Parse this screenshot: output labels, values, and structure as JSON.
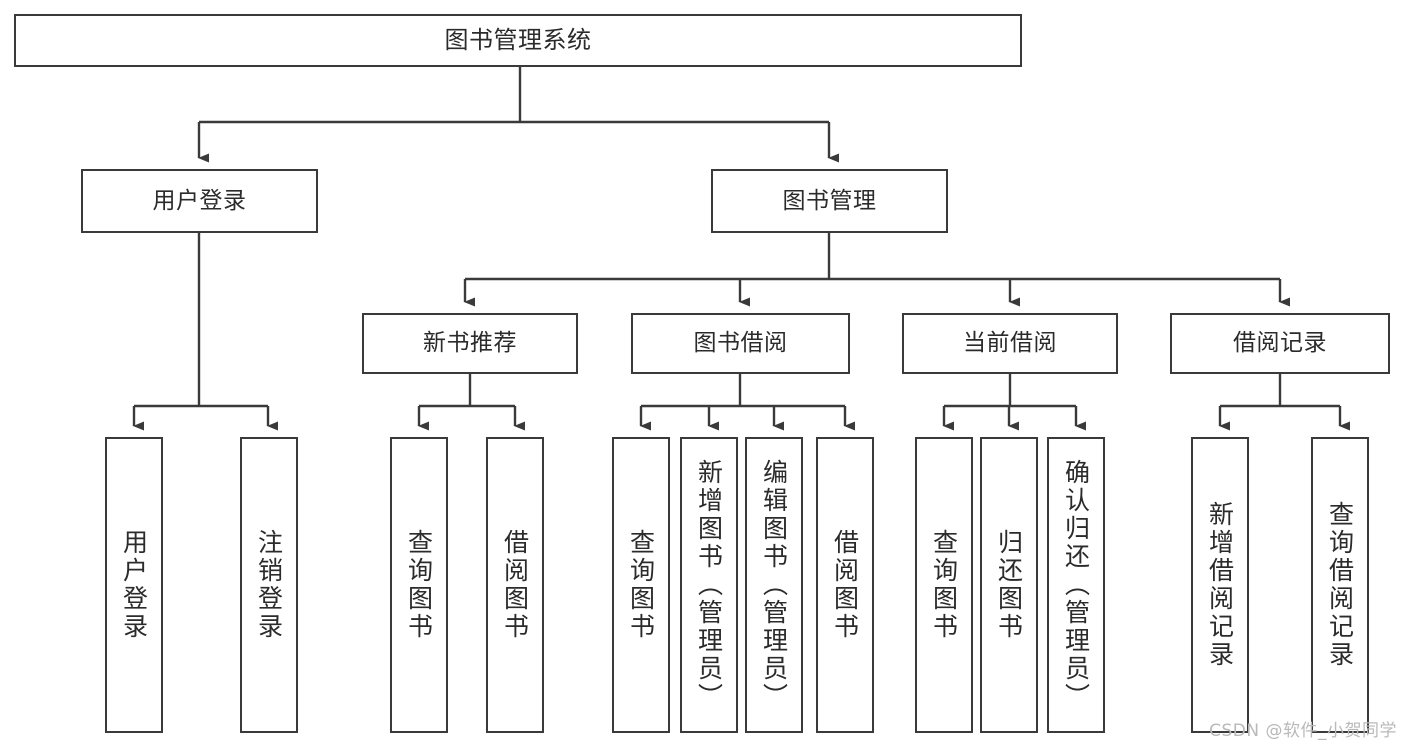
{
  "diagram": {
    "title": "图书管理系统",
    "watermark": "CSDN @软件_小贺同学",
    "colors": {
      "stroke": "#3a3a3a",
      "fill": "#ffffff",
      "text": "#2b2b2b",
      "watermark": "#b9b9b9"
    },
    "nodes": {
      "root": {
        "label": "图书管理系统"
      },
      "level2": [
        {
          "label": "用户登录"
        },
        {
          "label": "图书管理"
        }
      ],
      "level3": [
        {
          "label": "新书推荐"
        },
        {
          "label": "图书借阅"
        },
        {
          "label": "当前借阅"
        },
        {
          "label": "借阅记录"
        }
      ],
      "leaves_user_login": [
        {
          "label": "用户登录"
        },
        {
          "label": "注销登录"
        }
      ],
      "leaves_new_book": [
        {
          "label": "查询图书"
        },
        {
          "label": "借阅图书"
        }
      ],
      "leaves_borrow": [
        {
          "label": "查询图书"
        },
        {
          "label": "新增图书（管理员）"
        },
        {
          "label": "编辑图书（管理员）"
        },
        {
          "label": "借阅图书"
        }
      ],
      "leaves_current": [
        {
          "label": "查询图书"
        },
        {
          "label": "归还图书"
        },
        {
          "label": "确认归还（管理员）"
        }
      ],
      "leaves_records": [
        {
          "label": "新增借阅记录"
        },
        {
          "label": "查询借阅记录"
        }
      ]
    }
  }
}
